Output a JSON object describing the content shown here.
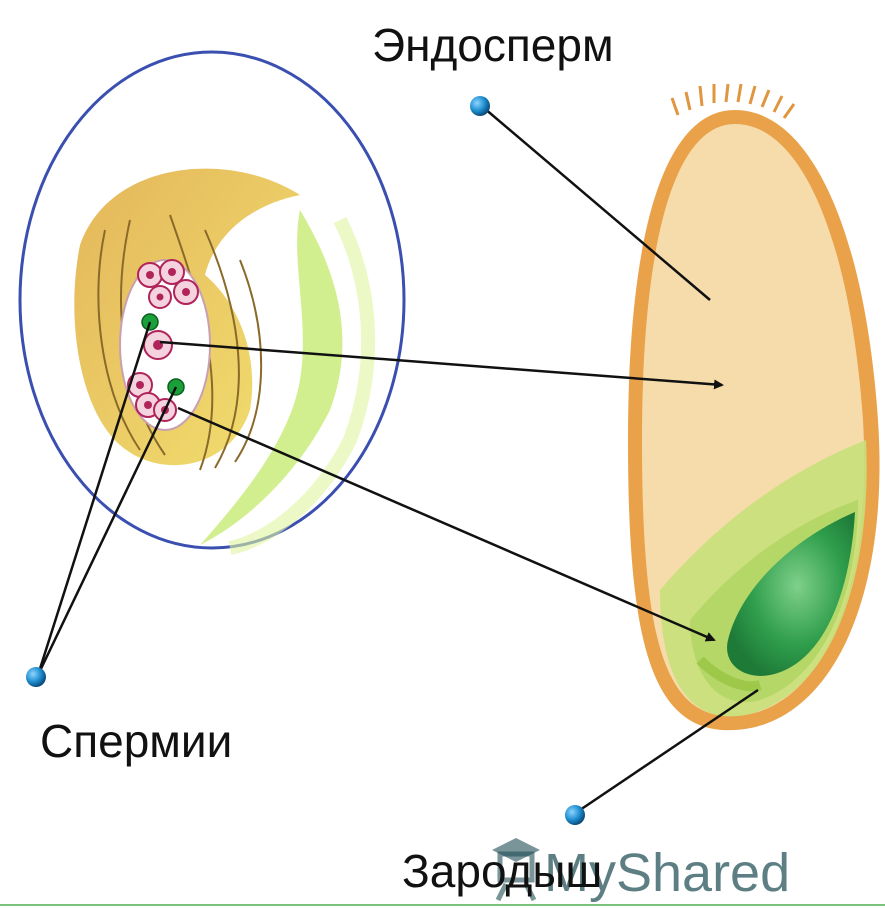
{
  "labels": {
    "endosperm": "Эндосперм",
    "sperm": "Спермии",
    "embryo": "Зародыш"
  },
  "watermark": {
    "text": "MyShared",
    "icon": "mortarboard-icon"
  },
  "colors": {
    "circle_outline": "#3a4fb0",
    "seed_coat": "#e9a24a",
    "endosperm_fill": "#f6dcab",
    "embryo_light": "#c8e07a",
    "embryo_dark": "#2f9e4c",
    "sperm_dot": "#1aa03a",
    "pin_dot": "#1f8fd0",
    "ovule_yellow": "#e9c76a",
    "arrow": "#111111"
  }
}
